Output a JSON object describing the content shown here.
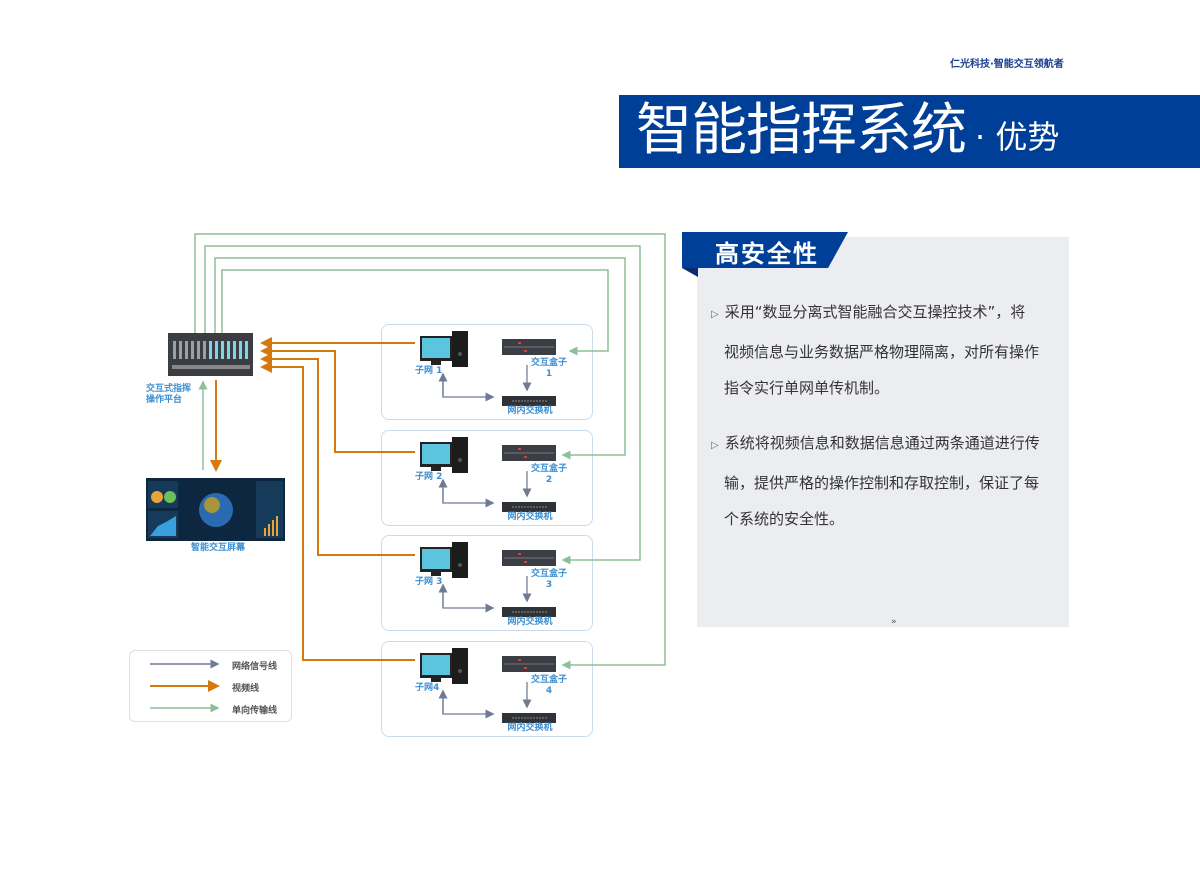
{
  "brand": "仁光科技·智能交互领航者",
  "header": {
    "title": "智能指挥系统",
    "subtitle": "· 优势"
  },
  "section": {
    "title": "高安全性",
    "bullets": [
      {
        "lines": [
          "采用“数显分离式智能融合交互操控技术”，将",
          "视频信息与业务数据严格物理隔离，对所有操作",
          "指令实行单网单传机制。"
        ]
      },
      {
        "lines": [
          "系统将视频信息和数据信息通过两条通道进行传",
          "输，提供严格的操作控制和存取控制，保证了每",
          "个系统的安全性。"
        ]
      }
    ],
    "more_icon": "double-chevron-right-icon"
  },
  "diagram": {
    "platform_label": [
      "交互式指挥",
      "操作平台"
    ],
    "screen_label": "智能交互屏幕",
    "subnets": [
      {
        "pc": "子网 1",
        "box": "交互盒子",
        "num": "1",
        "switch": "网内交换机"
      },
      {
        "pc": "子网 2",
        "box": "交互盒子",
        "num": "2",
        "switch": "网内交换机"
      },
      {
        "pc": "子网 3",
        "box": "交互盒子",
        "num": "3",
        "switch": "网内交换机"
      },
      {
        "pc": "子网4",
        "box": "交互盒子",
        "num": "4",
        "switch": "网内交换机"
      }
    ],
    "legend": [
      {
        "label": "网络信号线",
        "color": "#6f7b93"
      },
      {
        "label": "视频线",
        "color": "#d5780e"
      },
      {
        "label": "单向传输线",
        "color": "#8dbf98"
      }
    ]
  }
}
